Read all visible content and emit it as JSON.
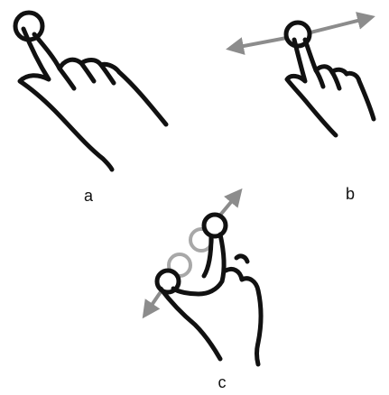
{
  "panels": [
    {
      "label": "a"
    },
    {
      "label": "b"
    },
    {
      "label": "c"
    }
  ],
  "colors": {
    "stroke": "#111111",
    "arrow": "#8c8c8c",
    "ghost_ring": "#a8a8a8",
    "background": "#ffffff"
  },
  "icons": {
    "tap": "tap-gesture-icon",
    "swipe": "swipe-gesture-icon",
    "pinch": "pinch-zoom-gesture-icon"
  }
}
